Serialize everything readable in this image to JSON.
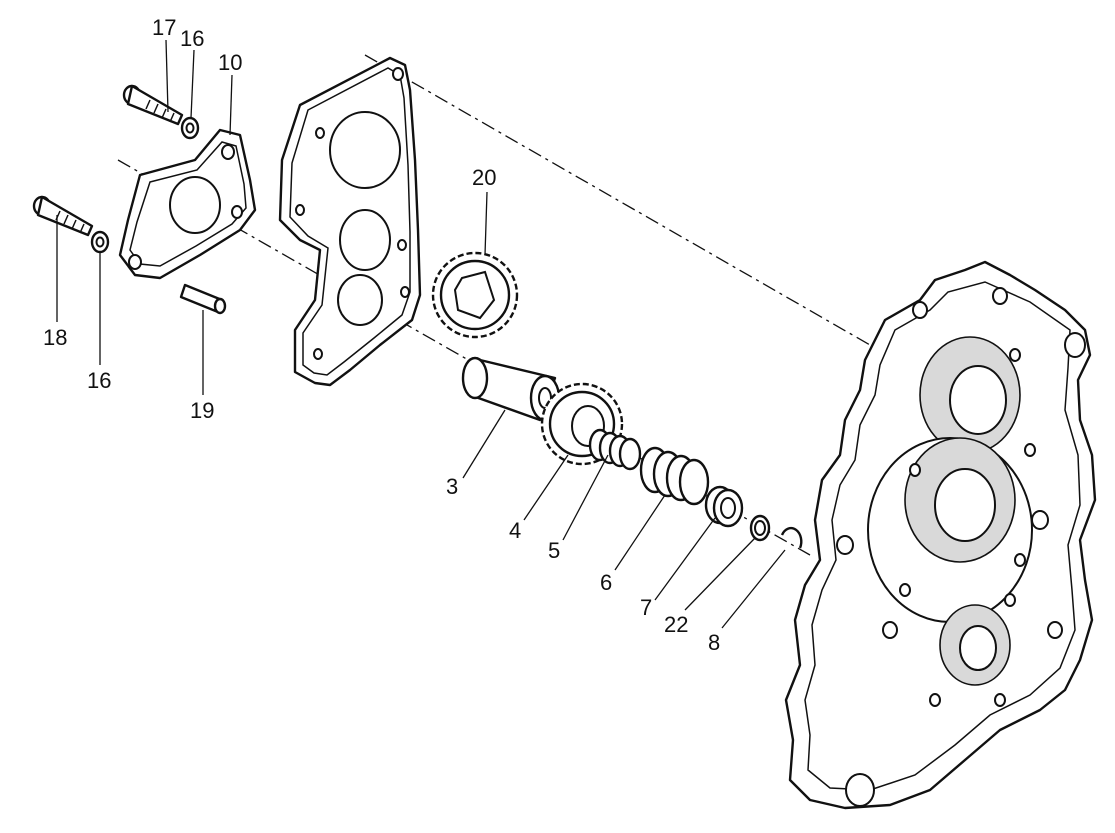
{
  "callouts": {
    "c17": "17",
    "c16a": "16",
    "c10": "10",
    "c18": "18",
    "c16b": "16",
    "c19": "19",
    "c20": "20",
    "c3": "3",
    "c4": "4",
    "c5": "5",
    "c6": "6",
    "c7": "7",
    "c22": "22",
    "c8": "8"
  }
}
